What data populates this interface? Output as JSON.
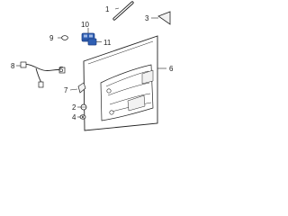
{
  "callouts": {
    "c1": "1",
    "c2": "2",
    "c3": "3",
    "c4": "4",
    "c5": "5",
    "c6": "6",
    "c7": "7",
    "c8": "8",
    "c9": "9",
    "c10": "10",
    "c11": "11"
  },
  "colors": {
    "line": "#222222",
    "accent": "#2f5fb3",
    "accent_dark": "#1e3f82",
    "fill_light": "#f2f2f2"
  }
}
